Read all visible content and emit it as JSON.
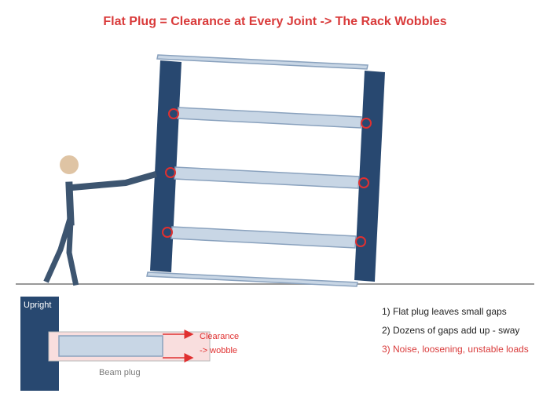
{
  "title": "Flat Plug = Clearance at Every Joint -> The Rack Wobbles",
  "detail": {
    "upright_label": "Upright",
    "clearance_label": "Clearance",
    "wobble_label": "-> wobble",
    "plug_label": "Beam plug"
  },
  "notes": [
    {
      "text": "1) Flat plug leaves small gaps",
      "color": "#222222"
    },
    {
      "text": "2) Dozens of gaps add up - sway",
      "color": "#222222"
    },
    {
      "text": "3) Noise, loosening, unstable loads",
      "color": "#d93a3a"
    }
  ],
  "colors": {
    "title": "#d93a3a",
    "upright": "#284870",
    "beam_fill": "#c8d6e5",
    "beam_stroke": "#8aa2be",
    "joint_marker": "#e03030",
    "person": "#3d5570",
    "skin": "#dfc4a4",
    "gap_fill": "#f9dede"
  },
  "icons": {
    "person": "person-pushing-icon",
    "joint": "loose-joint-circle-icon",
    "arrow": "clearance-arrow-icon"
  }
}
